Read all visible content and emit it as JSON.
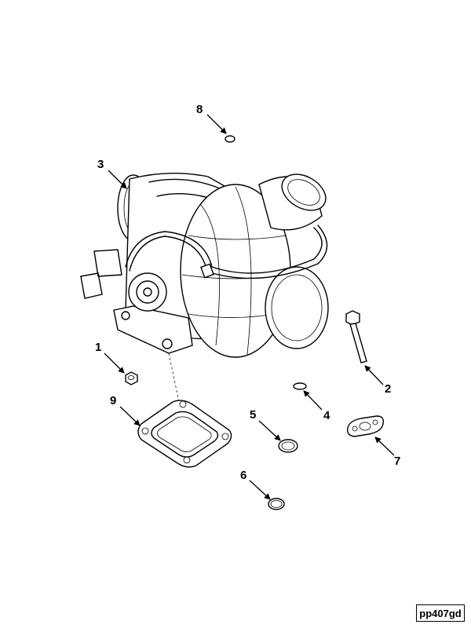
{
  "callouts": [
    {
      "id": "1",
      "label": "1"
    },
    {
      "id": "2",
      "label": "2"
    },
    {
      "id": "3",
      "label": "3"
    },
    {
      "id": "4",
      "label": "4"
    },
    {
      "id": "5",
      "label": "5"
    },
    {
      "id": "6",
      "label": "6"
    },
    {
      "id": "7",
      "label": "7"
    },
    {
      "id": "8",
      "label": "8"
    },
    {
      "id": "9",
      "label": "9"
    }
  ],
  "reference_code": "pp407gd"
}
